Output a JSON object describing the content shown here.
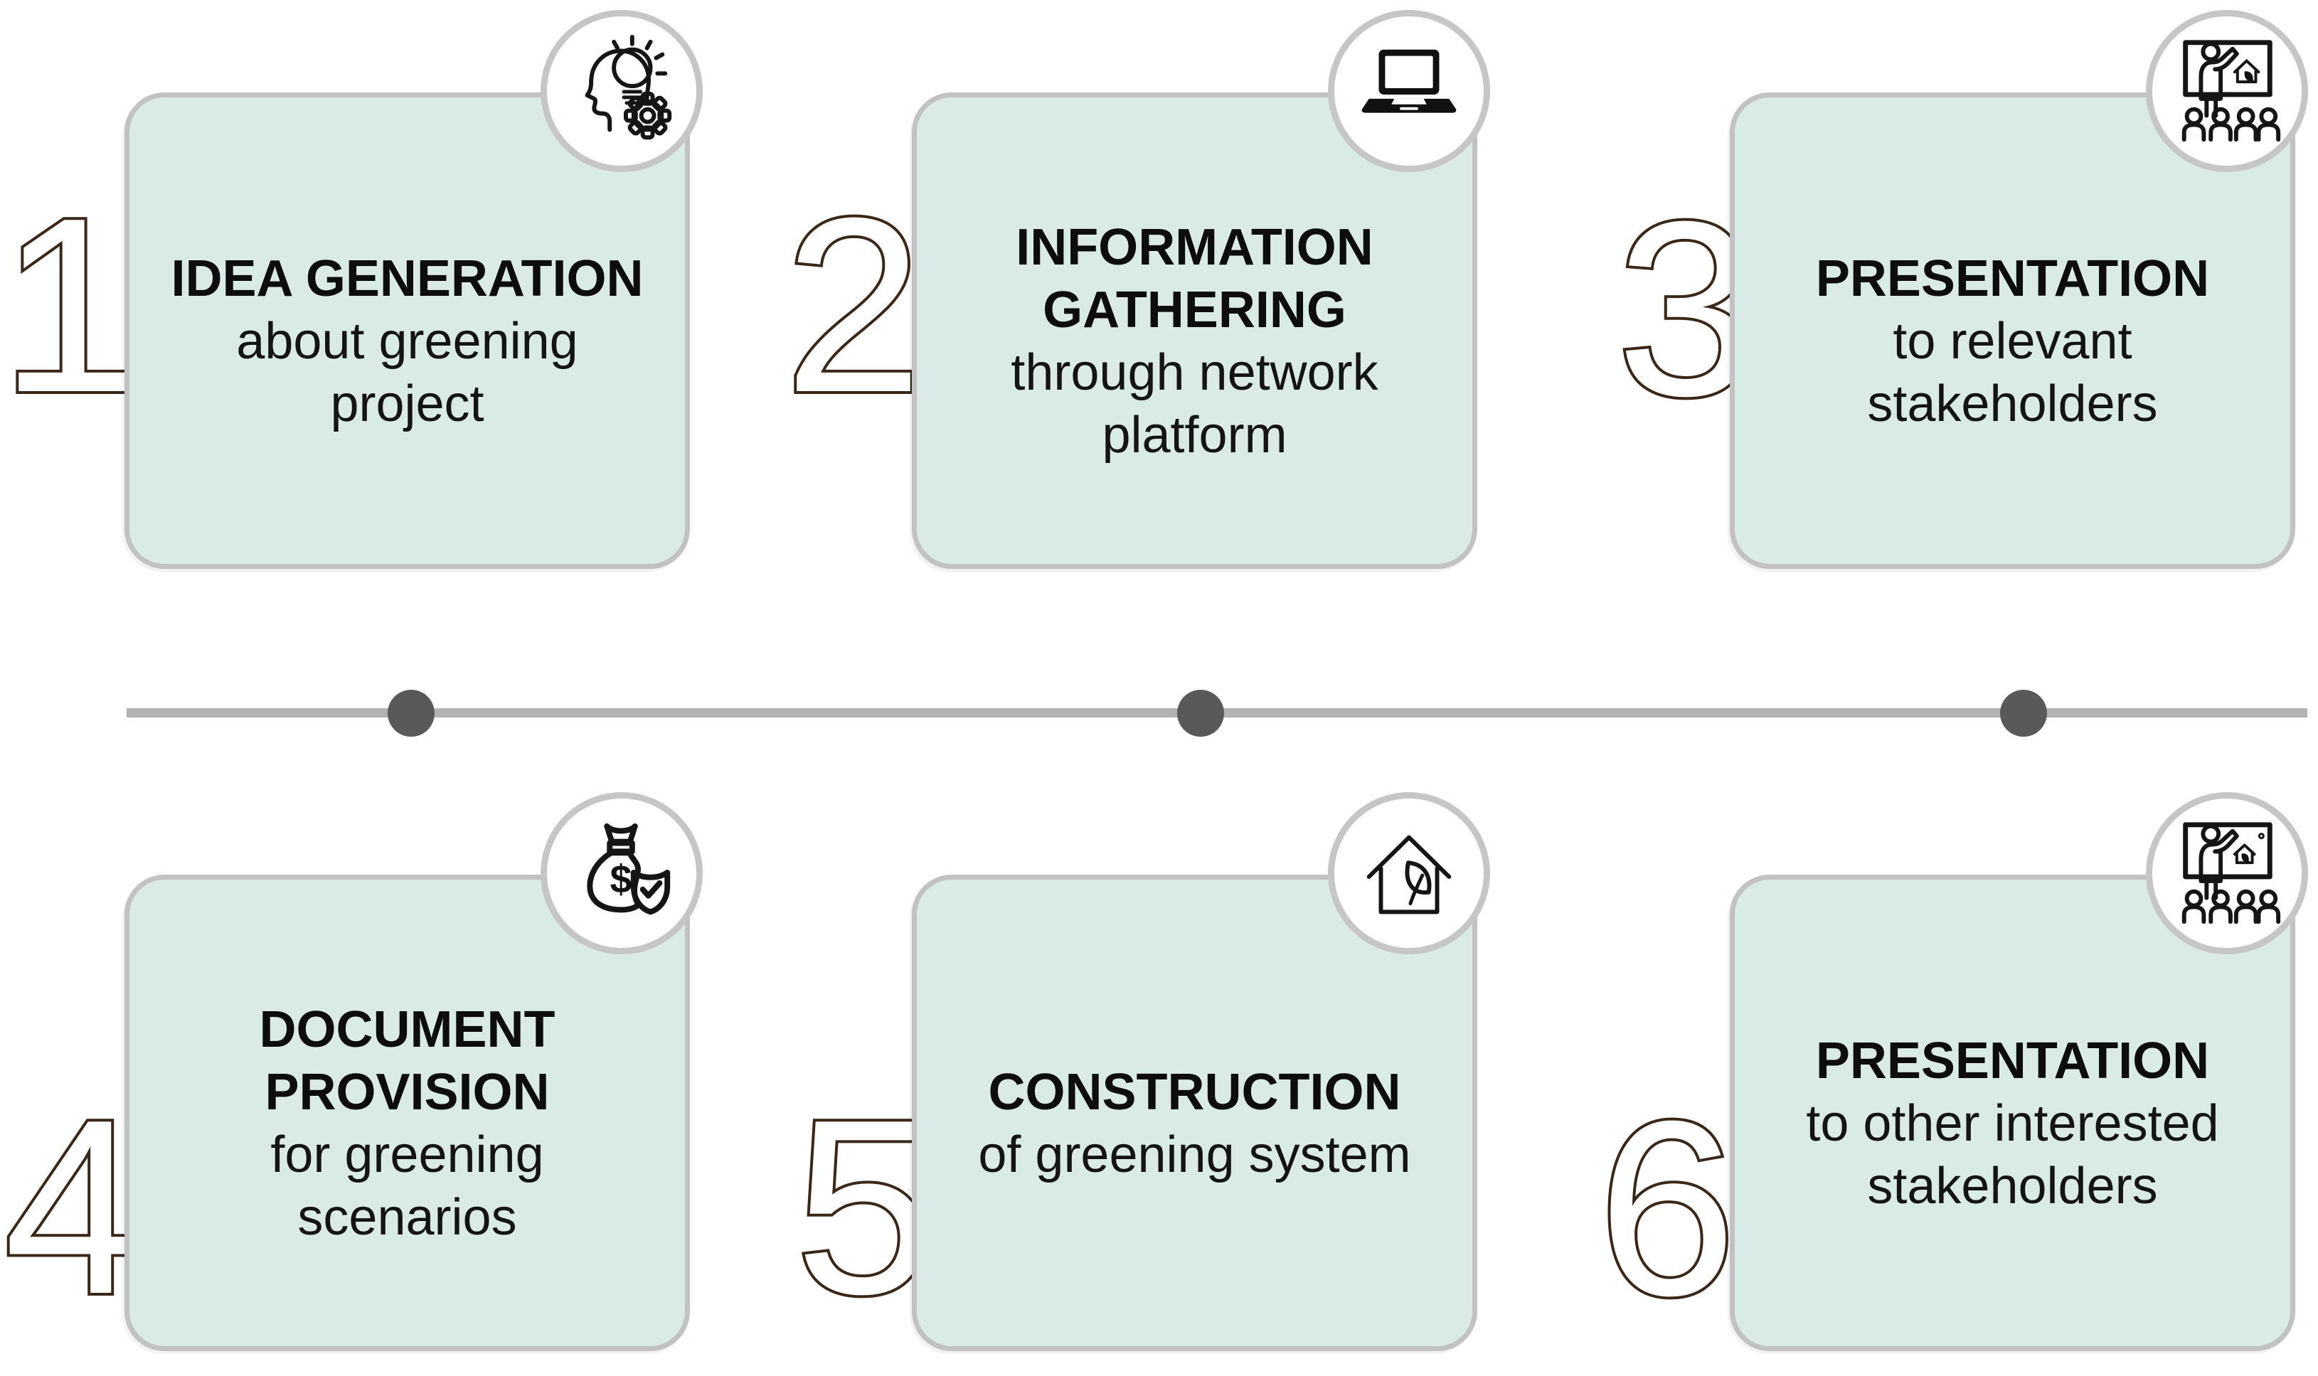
{
  "palette": {
    "card_fill": "#daeae6",
    "card_border": "#c2c2c2",
    "badge_border": "#c6c6c6",
    "timeline_line": "#b2b2b2",
    "timeline_dot": "#595959",
    "number_outline": "#3b2718",
    "text": "#0d0d0d"
  },
  "steps": [
    {
      "number": "1",
      "title": "IDEA GENERATION",
      "subtitle": "about greening project",
      "icon": "head-lightbulb-gear-icon"
    },
    {
      "number": "2",
      "title": "INFORMATION GATHERING",
      "subtitle": "through network platform",
      "icon": "laptop-icon"
    },
    {
      "number": "3",
      "title": "PRESENTATION",
      "subtitle": "to relevant stakeholders",
      "icon": "presentation-audience-icon"
    },
    {
      "number": "4",
      "title": "DOCUMENT PROVISION",
      "subtitle": "for greening scenarios",
      "icon": "money-bag-shield-icon"
    },
    {
      "number": "5",
      "title": "CONSTRUCTION",
      "subtitle": "of greening system",
      "icon": "eco-house-leaf-icon"
    },
    {
      "number": "6",
      "title": "PRESENTATION",
      "subtitle": "to other interested stakeholders",
      "icon": "presentation-audience-icon"
    }
  ],
  "timeline": {
    "dot_count": 3
  }
}
